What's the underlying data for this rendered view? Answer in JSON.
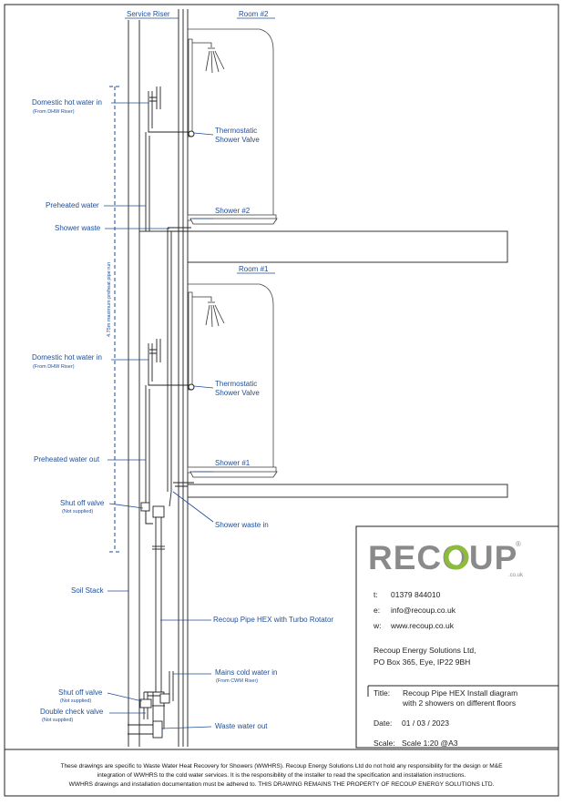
{
  "labels": {
    "service_riser": "Service Riser",
    "room2": "Room #2",
    "room1": "Room #1",
    "dhw_in_2": "Domestic hot water in",
    "dhw_in_2_sub": "(From DHW Riser)",
    "tsv_2_line1": "Thermostatic",
    "tsv_2_line2": "Shower Valve",
    "preheated_water": "Preheated water",
    "shower_2": "Shower #2",
    "shower_waste": "Shower waste",
    "max_run": "4.75m maximum preheat pipe run",
    "dhw_in_1": "Domestic hot water in",
    "dhw_in_1_sub": "(From DHW Riser)",
    "tsv_1_line1": "Thermostatic",
    "tsv_1_line2": "Shower Valve",
    "preheated_water_out": "Preheated water out",
    "shower_1": "Shower #1",
    "shutoff_1": "Shut off valve",
    "shutoff_1_sub": "(Not supplied)",
    "shower_waste_in": "Shower waste in",
    "soil_stack": "Soil Stack",
    "hex": "Recoup Pipe HEX with Turbo Rotator",
    "mains_cold": "Mains cold water in",
    "mains_cold_sub": "(From CWM Riser)",
    "shutoff_2": "Shut off valve",
    "shutoff_2_sub": "(Not supplied)",
    "double_check": "Double check valve",
    "double_check_sub": "(Not supplied)",
    "waste_out": "Waste water out"
  },
  "title_block": {
    "logo_text": "RECOUP",
    "logo_suffix": ".co.uk",
    "logo_reg": "®",
    "tel_key": "t:",
    "tel": "01379 844010",
    "email_key": "e:",
    "email": "info@recoup.co.uk",
    "web_key": "w:",
    "web": "www.recoup.co.uk",
    "company": "Recoup Energy Solutions Ltd,",
    "address": "PO Box 365, Eye, IP22 9BH",
    "title_key": "Title:",
    "title_line1": "Recoup Pipe HEX Install diagram",
    "title_line2": "with  2 showers on  different floors",
    "date_key": "Date:",
    "date": "01 / 03 / 2023",
    "scale_key": "Scale:",
    "scale": "Scale 1:20 @A3"
  },
  "footer": {
    "line1": "These drawings are specific to Waste Water Heat Recovery for Showers (WWHRS).  Recoup Energy Solutions Ltd do not hold any responsibility for the design or M&E",
    "line2": "integration of WWHRS to the cold water services.  It is the responsibility of the installer to read the specification and installation instructions.",
    "line3": "WWHRS drawings and installation documentation must be adhered to.  THIS DRAWING REMAINS THE PROPERTY OF RECOUP ENERGY SOLUTIONS LTD."
  },
  "colors": {
    "label_blue": "#1f4e9a",
    "logo_grey": "#8a8a8a",
    "logo_green": "#8dbb3c",
    "line": "#222222"
  }
}
